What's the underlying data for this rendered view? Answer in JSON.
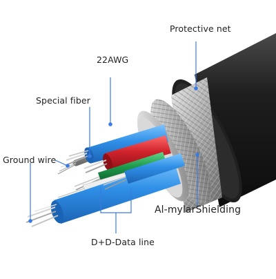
{
  "labels": {
    "protective_net": "Protective net",
    "awg": "22AWG",
    "special_fiber": "Special fiber",
    "ground_wire": "Ground wire",
    "mylar_shielding": "Al-mylarShielding",
    "data_line": "D+D-Data line"
  },
  "colors": {
    "callout": "#3a7be0",
    "jacket": "#1b1b1b",
    "braid": "#b9b9b9",
    "blue_wire": "#2f8fe6",
    "red_wire": "#d0232b",
    "green_wire": "#1e9a4c",
    "copper": "#c8c8c8"
  }
}
